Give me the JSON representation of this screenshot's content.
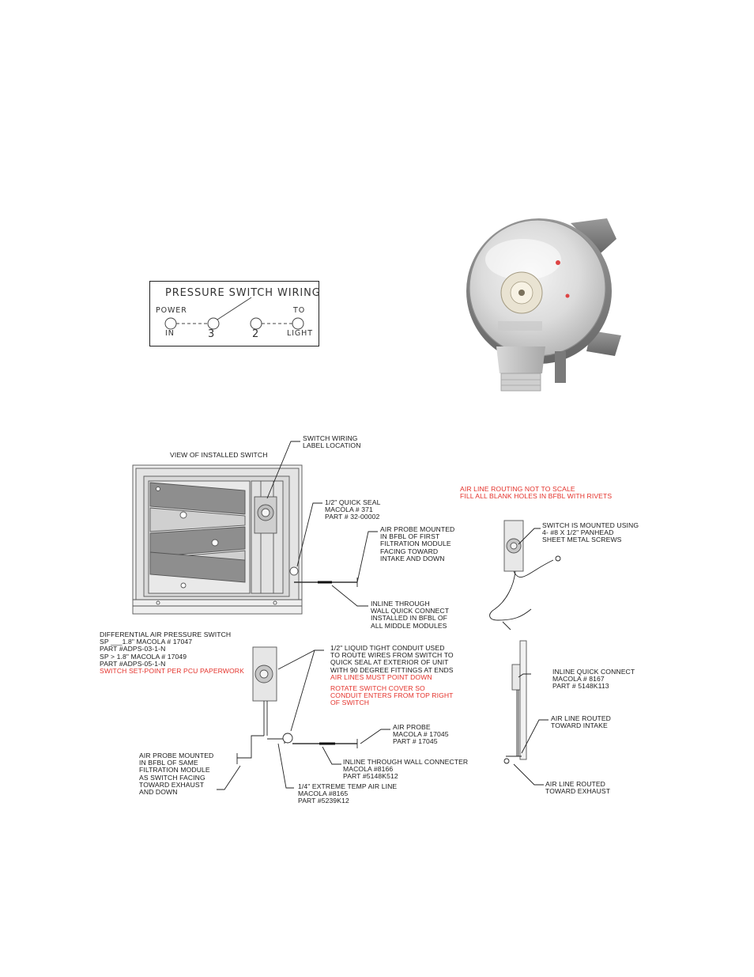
{
  "wiring_label": {
    "title": "PRESSURE SWITCH WIRING",
    "power": "POWER",
    "in": "IN",
    "terminal_3": "3",
    "terminal_2": "2",
    "to": "TO",
    "light": "LIGHT"
  },
  "installed_view": {
    "title": "VIEW OF INSTALLED SWITCH",
    "callouts": {
      "switch_wiring_label": [
        "SWITCH WIRING",
        "LABEL LOCATION"
      ],
      "quick_seal": [
        "1/2\" QUICK SEAL",
        "MACOLA # 371",
        "PART # 32-00002"
      ],
      "air_probe_first": [
        "AIR PROBE MOUNTED",
        "IN BFBL OF FIRST",
        "FILTRATION MODULE",
        "FACING TOWARD",
        "INTAKE AND DOWN"
      ],
      "inline_wall": [
        "INLINE THROUGH",
        "WALL QUICK CONNECT",
        "INSTALLED IN BFBL OF",
        "ALL MIDDLE MODULES"
      ]
    }
  },
  "routing_note": [
    "AIR LINE ROUTING NOT TO SCALE",
    "FILL ALL BLANK HOLES IN BFBL WITH RIVETS"
  ],
  "mount_note": [
    "SWITCH IS MOUNTED USING",
    "4- #8 X 1/2\" PANHEAD",
    "SHEET METAL SCREWS"
  ],
  "diff_switch": {
    "lines": [
      "DIFFERENTIAL AIR PRESSURE SWITCH",
      "SP ___1.8\" MACOLA # 17047",
      "PART #ADPS-03-1-N",
      "SP > 1.8\" MACOLA # 17049",
      "PART #ADPS-05-1-N"
    ],
    "red_line": "SWITCH SET-POINT PER PCU PAPERWORK"
  },
  "conduit_note": {
    "lines": [
      "1/2\" LIQUID TIGHT CONDUIT USED",
      "TO ROUTE WIRES FROM SWITCH TO",
      "QUICK SEAL AT EXTERIOR OF UNIT",
      "WITH 90 DEGREE FITTINGS AT ENDS"
    ],
    "red_line": "AIR LINES MUST POINT DOWN"
  },
  "rotate_note": [
    "ROTATE SWITCH COVER SO",
    "CONDUIT ENTERS FROM TOP RIGHT",
    "OF SWITCH"
  ],
  "air_probe": [
    "AIR PROBE",
    "MACOLA # 17045",
    "PART # 17045"
  ],
  "inline_wall_connecter": [
    "INLINE THROUGH WALL CONNECTER",
    "MACOLA #8166",
    "PART #5148K512"
  ],
  "probe_same_module": [
    "AIR PROBE MOUNTED",
    "IN BFBL OF SAME",
    "FILTRATION MODULE",
    "AS SWITCH FACING",
    "TOWARD EXHAUST",
    "AND DOWN"
  ],
  "extreme_air_line": [
    "1/4\" EXTREME TEMP AIR LINE",
    "MACOLA #8165",
    "PART #5239K12"
  ],
  "inline_quick_connect": [
    "INLINE QUICK CONNECT",
    "MACOLA # 8167",
    "PART # 5148K113"
  ],
  "air_line_intake": [
    "AIR LINE ROUTED",
    "TOWARD INTAKE"
  ],
  "air_line_exhaust": [
    "AIR LINE ROUTED",
    "TOWARD EXHAUST"
  ]
}
